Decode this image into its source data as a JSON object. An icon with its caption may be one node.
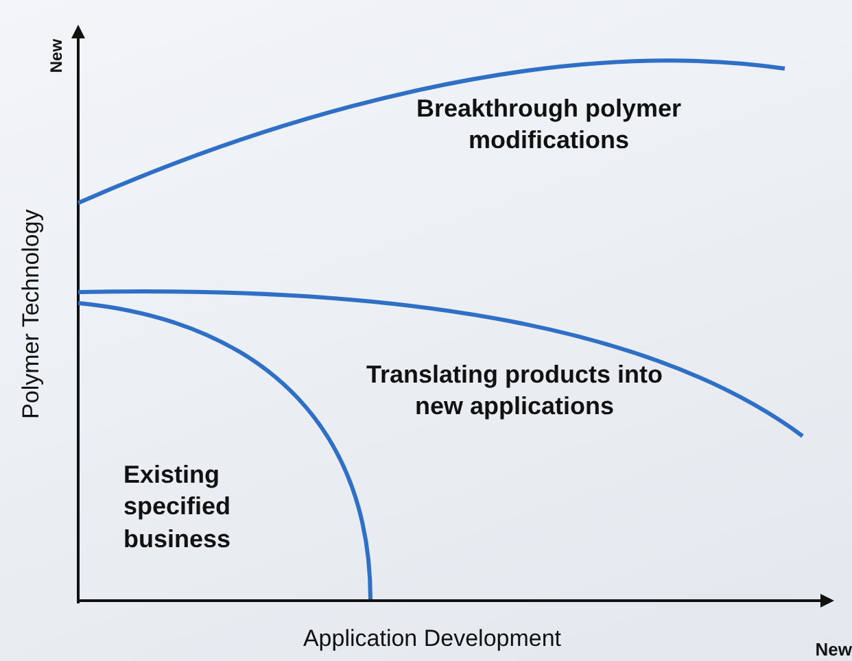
{
  "diagram": {
    "labels": [
      "New",
      "Polymer Technology",
      "Breakthrough polymer modifications",
      "Translating products into new applications",
      "Existing specified business",
      "Application Development",
      "New"
    ]
  }
}
